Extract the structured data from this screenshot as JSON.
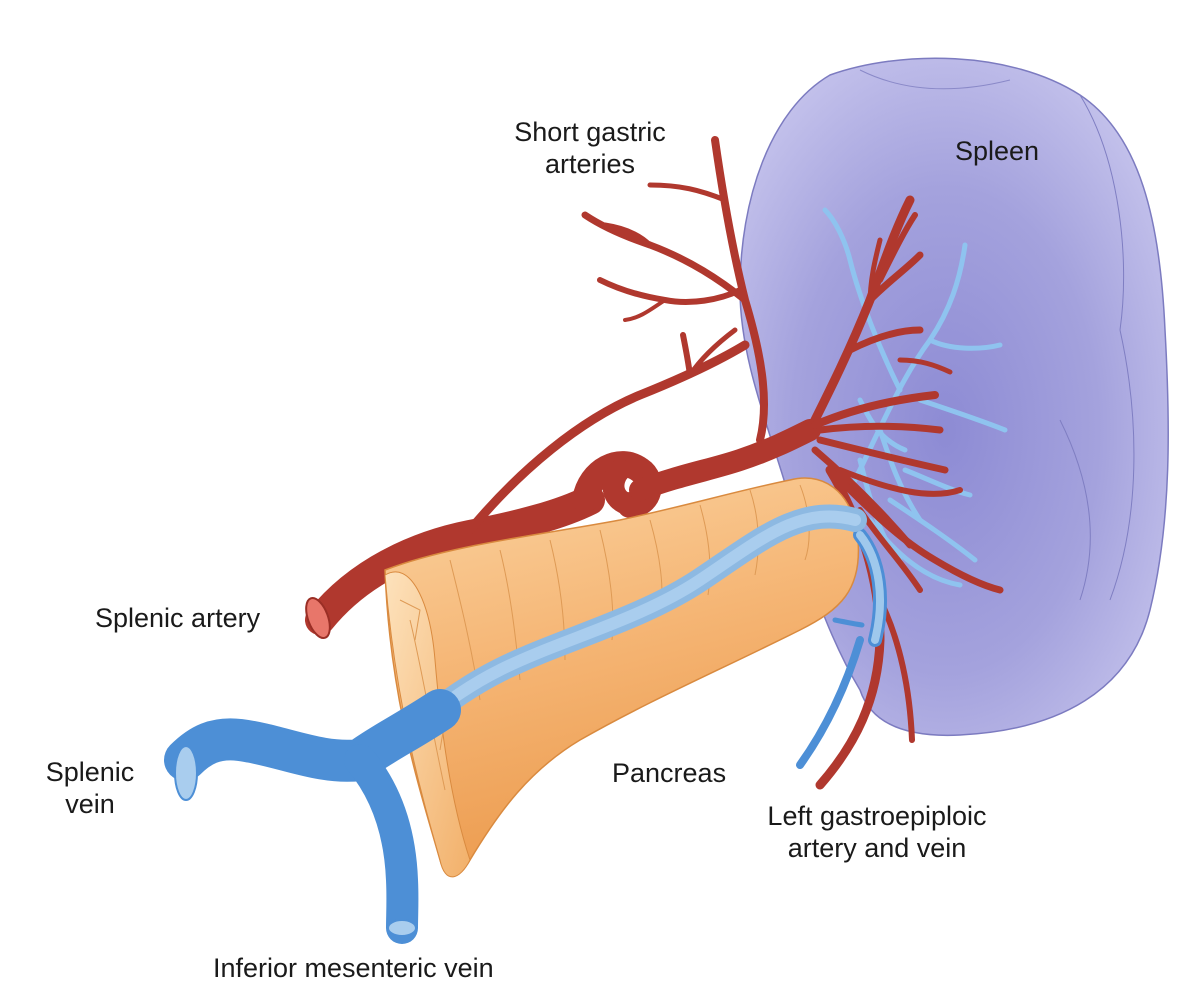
{
  "labels": {
    "spleen": "Spleen",
    "short_gastric_line1": "Short gastric",
    "short_gastric_line2": "arteries",
    "splenic_artery": "Splenic artery",
    "splenic_vein_line1": "Splenic",
    "splenic_vein_line2": "vein",
    "pancreas": "Pancreas",
    "left_gastroepiploic_line1": "Left gastroepiploic",
    "left_gastroepiploic_line2": "artery and vein",
    "inferior_mesenteric_vein": "Inferior mesenteric vein"
  },
  "colors": {
    "artery": "#b0382e",
    "artery_highlight": "#cf5a48",
    "vein": "#4d8fd6",
    "vein_light": "#9fc8ec",
    "pancreas": "#f0a85c",
    "pancreas_light": "#fbd5a6",
    "spleen": "#8f8fd4",
    "spleen_light": "#c7c6ec"
  }
}
